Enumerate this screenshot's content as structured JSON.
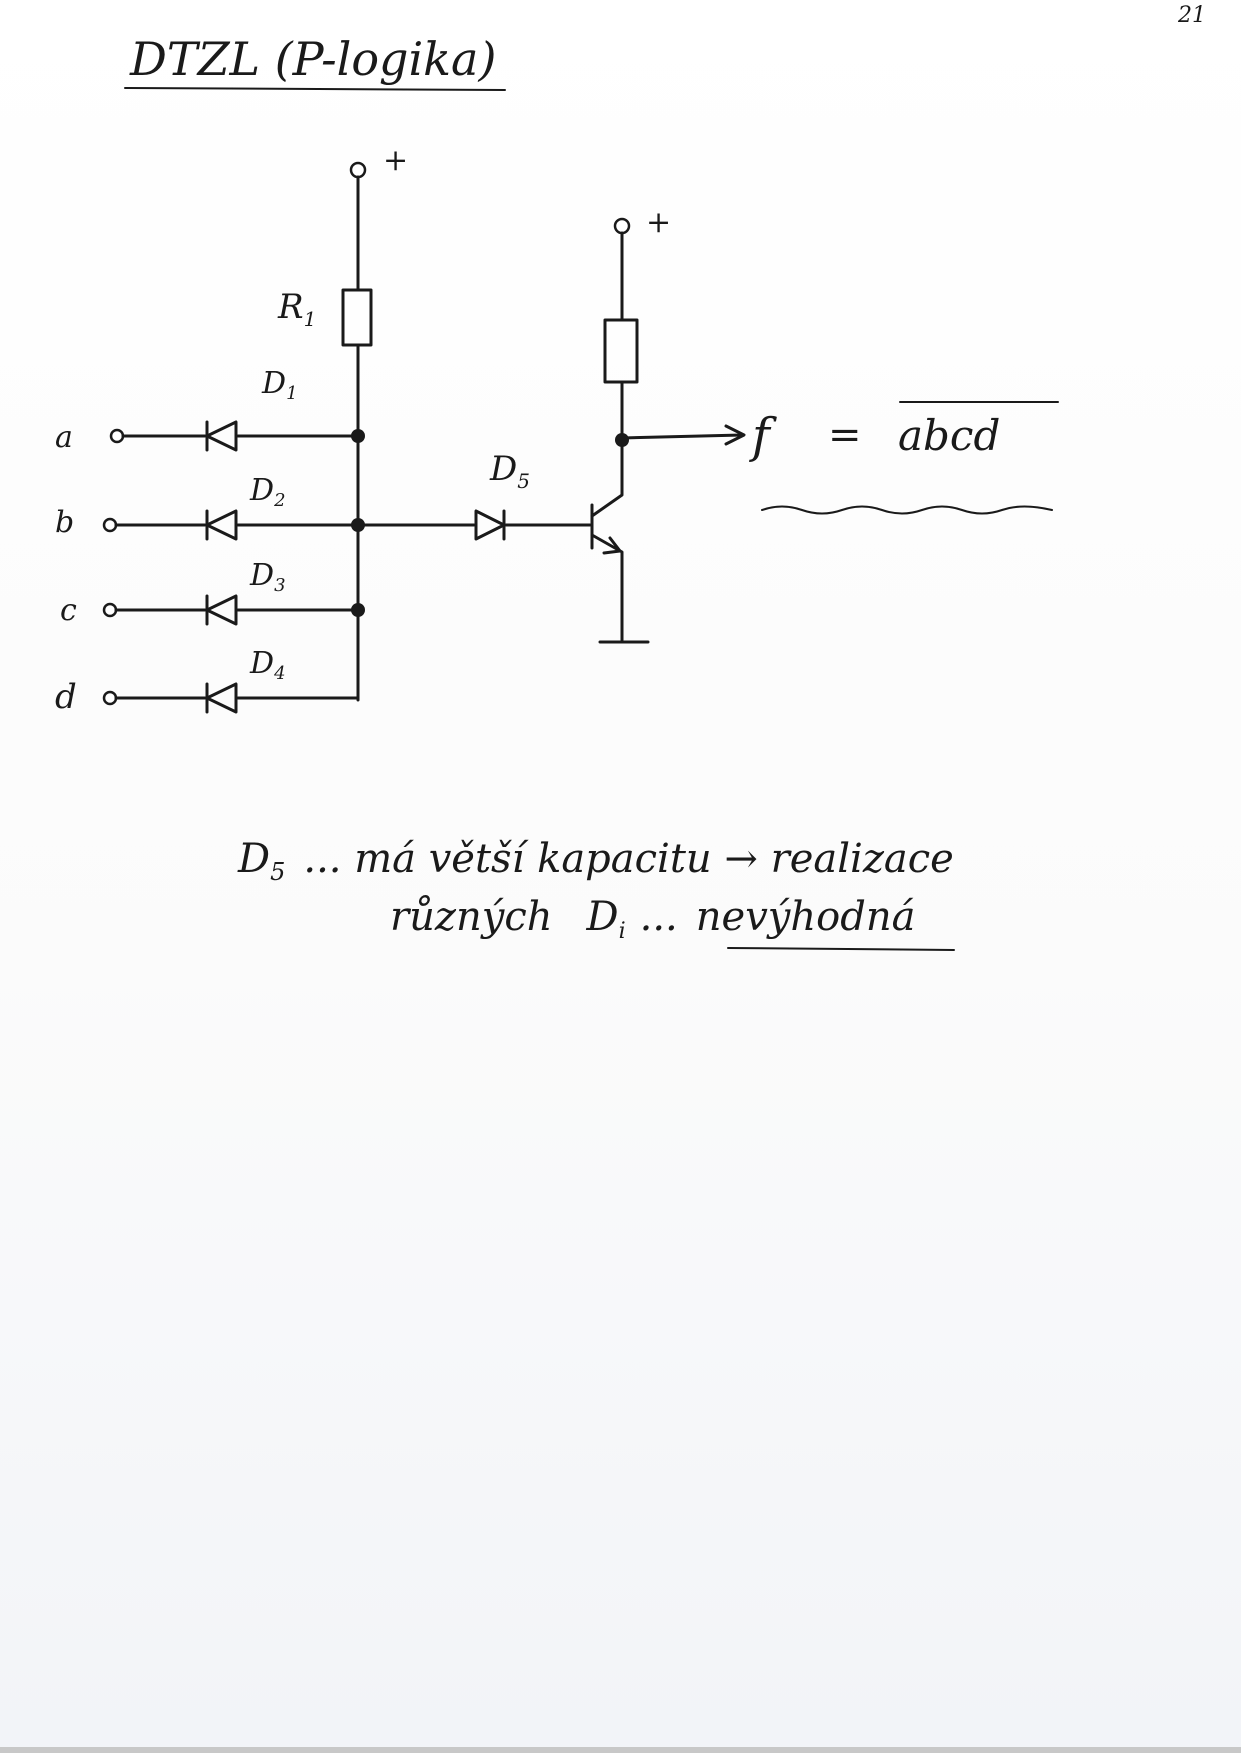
{
  "page_number": "21",
  "title": "DTZL (P-logika)",
  "supply_labels": {
    "left": "+",
    "right": "+"
  },
  "components": {
    "r1": "R",
    "r1_sub": "1",
    "d_prefix": "D",
    "d1_sub": "1",
    "d2_sub": "2",
    "d3_sub": "3",
    "d4_sub": "4",
    "d5_sub": "5"
  },
  "inputs": {
    "a": "a",
    "b": "b",
    "c": "c",
    "d": "d"
  },
  "output": {
    "name": "f",
    "equals": "=",
    "expression": "abcd"
  },
  "notes": {
    "line1_label": "D",
    "line1_label_sub": "5",
    "line1_text": "... má větší kapacitu → realizace",
    "line2_pre": "různých",
    "line2_label": "D",
    "line2_label_sub": "i",
    "line2_dots": "...",
    "line2_emph": "nevýhodná"
  }
}
